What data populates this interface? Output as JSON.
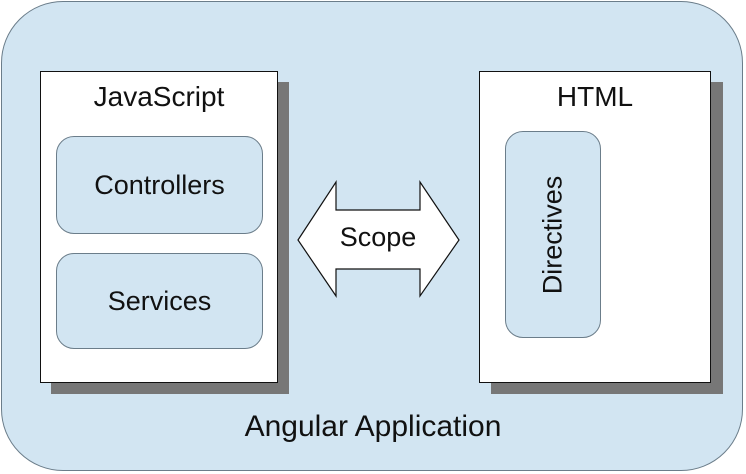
{
  "diagram": {
    "container_label": "Angular Application",
    "left_panel": {
      "title": "JavaScript",
      "items": [
        "Controllers",
        "Services"
      ]
    },
    "right_panel": {
      "title": "HTML",
      "item": "Directives"
    },
    "connector_label": "Scope"
  },
  "colors": {
    "container_fill": "#d2e5f2",
    "panel_fill": "#ffffff",
    "shadow": "#777777",
    "border": "#111111"
  }
}
